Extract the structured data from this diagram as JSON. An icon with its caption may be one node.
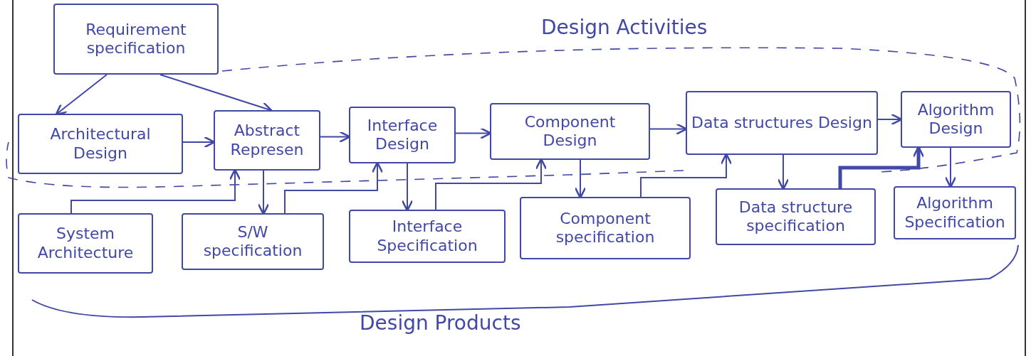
{
  "diagram": {
    "nodes": [
      {
        "text": [
          "Requirement specification"
        ]
      },
      {
        "text": [
          "Architectural Design"
        ]
      },
      {
        "text": [
          "Abstract Represen"
        ]
      },
      {
        "text": [
          "Interface Design"
        ]
      },
      {
        "text": [
          "Component Design"
        ]
      },
      {
        "text": [
          "Data structures Design"
        ]
      },
      {
        "text": [
          "Algorithm Design"
        ]
      },
      {
        "text": [
          "System Architecture"
        ]
      },
      {
        "text": [
          "S/W specification"
        ]
      },
      {
        "text": [
          "Interface Specification"
        ]
      },
      {
        "text": [
          "Component specification"
        ]
      },
      {
        "text": [
          "Data structure specification"
        ]
      },
      {
        "text": [
          "Algorithm Specification"
        ]
      }
    ],
    "edges": [
      {
        "from": 0,
        "to": 1,
        "arrow": "to"
      },
      {
        "from": 0,
        "to": 2,
        "arrow": "to"
      },
      {
        "from": 1,
        "to": 2,
        "arrow": "to"
      },
      {
        "from": 2,
        "to": 3,
        "arrow": "to"
      },
      {
        "from": 3,
        "to": 4,
        "arrow": "to"
      },
      {
        "from": 4,
        "to": 5,
        "arrow": "to"
      },
      {
        "from": 5,
        "to": 6,
        "arrow": "to"
      },
      {
        "from": 7,
        "to": 2,
        "arrow": "to"
      },
      {
        "from": 2,
        "to": 8,
        "arrow": "to"
      },
      {
        "from": 8,
        "to": 3,
        "arrow": "to"
      },
      {
        "from": 3,
        "to": 9,
        "arrow": "to"
      },
      {
        "from": 9,
        "to": 4,
        "arrow": "to"
      },
      {
        "from": 4,
        "to": 10,
        "arrow": "to"
      },
      {
        "from": 10,
        "to": 5,
        "arrow": "to"
      },
      {
        "from": 5,
        "to": 11,
        "arrow": "to"
      },
      {
        "from": 11,
        "to": 6,
        "arrow": "to",
        "style": "thick"
      },
      {
        "from": 6,
        "to": 12,
        "arrow": "to"
      }
    ],
    "labels": [
      "Design Activities",
      "Design Products"
    ]
  }
}
